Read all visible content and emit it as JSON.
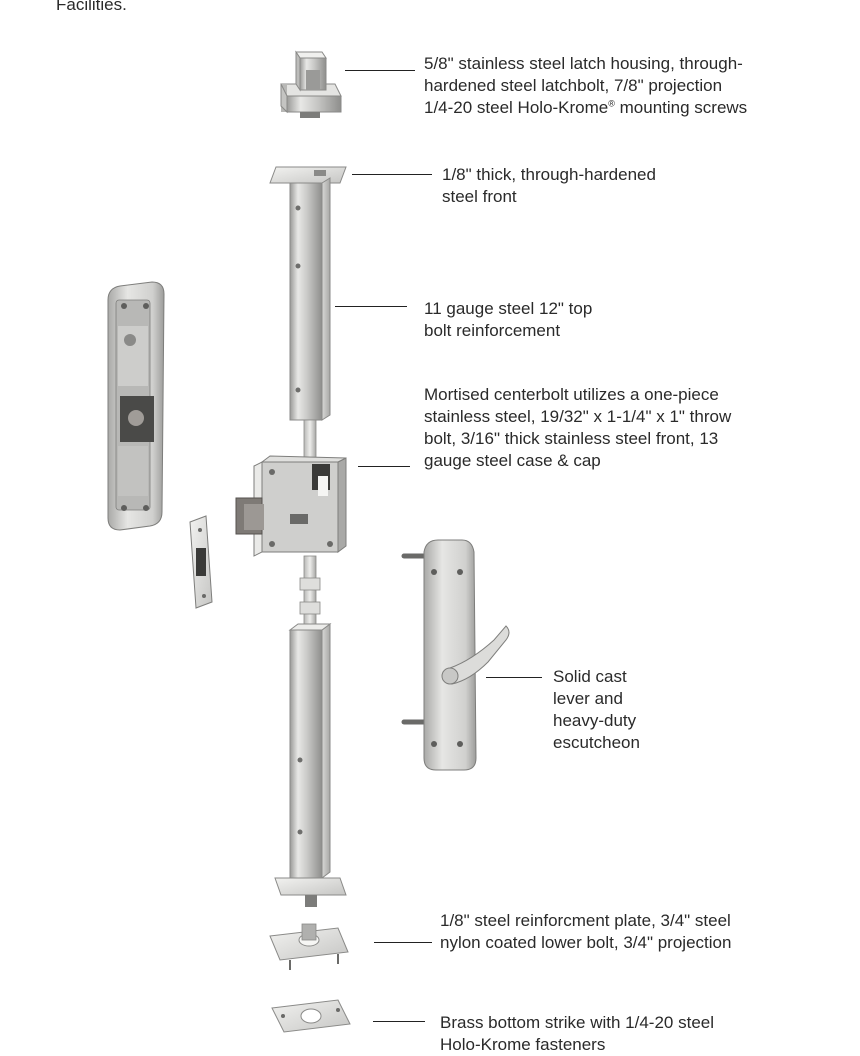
{
  "header_fragment": "Facilities.",
  "callouts": {
    "latch_housing": {
      "line1": "5/8\" stainless steel latch housing, through-",
      "line2": "hardened steel latchbolt, 7/8\" projection",
      "line3_pre": "1/4-20 steel Holo-Krome",
      "line3_mark": "®",
      "line3_post": " mounting screws"
    },
    "steel_front": {
      "line1": "1/8\" thick, through-hardened",
      "line2": "steel front"
    },
    "top_bolt": {
      "line1": "11 gauge steel 12\" top",
      "line2": "bolt reinforcement"
    },
    "centerbolt": {
      "line1": "Mortised centerbolt utilizes a one-piece",
      "line2": "stainless steel, 19/32\" x 1-1/4\" x 1\" throw",
      "line3": "bolt, 3/16\" thick stainless steel front, 13",
      "line4": "gauge steel case & cap"
    },
    "lever": {
      "line1": "Solid cast",
      "line2": "lever and",
      "line3": "heavy-duty",
      "line4": "escutcheon"
    },
    "reinforcement_plate": {
      "line1": "1/8\" steel reinforcment plate, 3/4\" steel",
      "line2": "nylon coated lower bolt, 3/4\" projection"
    },
    "bottom_strike": {
      "line1": "Brass bottom strike with 1/4-20 steel",
      "line2": "Holo-Krome fasteners"
    }
  }
}
